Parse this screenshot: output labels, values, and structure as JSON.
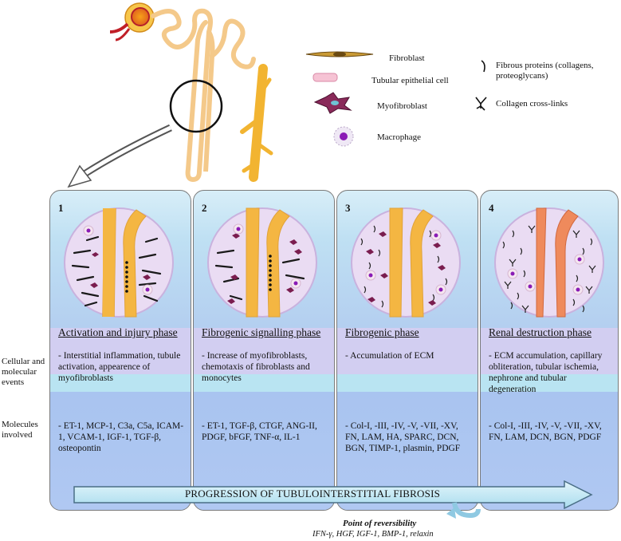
{
  "legend": {
    "fibroblast": "Fibroblast",
    "tubular_epithelial_cell": "Tubular epithelial cell",
    "myofibroblast": "Myofibroblast",
    "macrophage": "Macrophage",
    "fibrous_proteins": "Fibrous proteins (collagens, proteoglycans)",
    "collagen_crosslinks": "Collagen cross-links"
  },
  "row_labels": {
    "events": "Cellular and molecular events",
    "molecules": "Molecules involved"
  },
  "panels": [
    {
      "number": "1",
      "phase": "Activation and injury phase",
      "events": "- Interstitial inflammation, tubule activation, appearence of myofibroblasts",
      "molecules": "- ET-1, MCP-1, C3a, C5a, ICAM-1, VCAM-1, IGF-1, TGF-β, osteopontin"
    },
    {
      "number": "2",
      "phase": "Fibrogenic signalling phase",
      "events": "- Increase of myofibroblasts, chemotaxis of fibroblasts and monocytes",
      "molecules": "- ET-1, TGF-β, CTGF, ANG-II, PDGF, bFGF, TNF-α, IL-1"
    },
    {
      "number": "3",
      "phase": "Fibrogenic phase",
      "events": "- Accumulation of ECM",
      "molecules": "- Col-I, -III, -IV, -V, -VII, -XV, FN, LAM, HA, SPARC, DCN, BGN, TIMP-1, plasmin, PDGF"
    },
    {
      "number": "4",
      "phase": "Renal destruction phase",
      "events": "- ECM accumulation, capillary obliteration, tubular ischemia, nephrone and tubular degeneration",
      "molecules": "- Col-I, -III, -IV, -V, -VII, -XV, FN, LAM, DCN, BGN, PDGF"
    }
  ],
  "progression": "PROGRESSION OF TUBULOINTERSTITIAL FIBROSIS",
  "reversibility": {
    "title": "Point of reversibility",
    "factors": "IFN-γ, HGF, IGF-1, BMP-1, relaxin"
  },
  "colors": {
    "tubule": "#f4b642",
    "tubule_damaged": "#ef8a5c",
    "fibroblast": "#1a1a1a",
    "myofibroblast": "#7a1d4f",
    "macrophage_nucleus": "#8a1bb5",
    "panel_top": "#d8eef8",
    "band_lilac": "#d4cdf0",
    "arrow": "#b9e6f4"
  }
}
